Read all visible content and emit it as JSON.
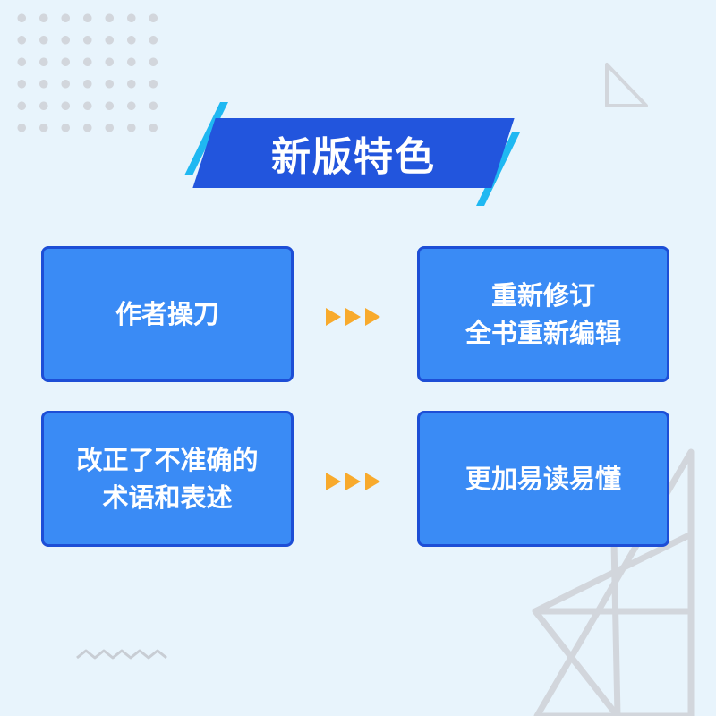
{
  "title": "新版特色",
  "features": [
    {
      "before": [
        "作者操刀"
      ],
      "after": [
        "重新修订",
        "全书重新编辑"
      ]
    },
    {
      "before": [
        "改正了不准确的",
        "术语和表述"
      ],
      "after": [
        "更加易读易懂"
      ]
    }
  ],
  "colors": {
    "background": "#e8f4fc",
    "title_band": "#2255dd",
    "accent_stripe": "#1fb8f2",
    "card_fill": "#3a8bf5",
    "card_border": "#1d4ed6",
    "arrow": "#f8aa2c",
    "decoration": "#d2d6dc"
  },
  "icons": [
    "triangle-arrow-icon",
    "dot-grid-pattern",
    "zigzag-line",
    "triangle-frame-decoration"
  ]
}
